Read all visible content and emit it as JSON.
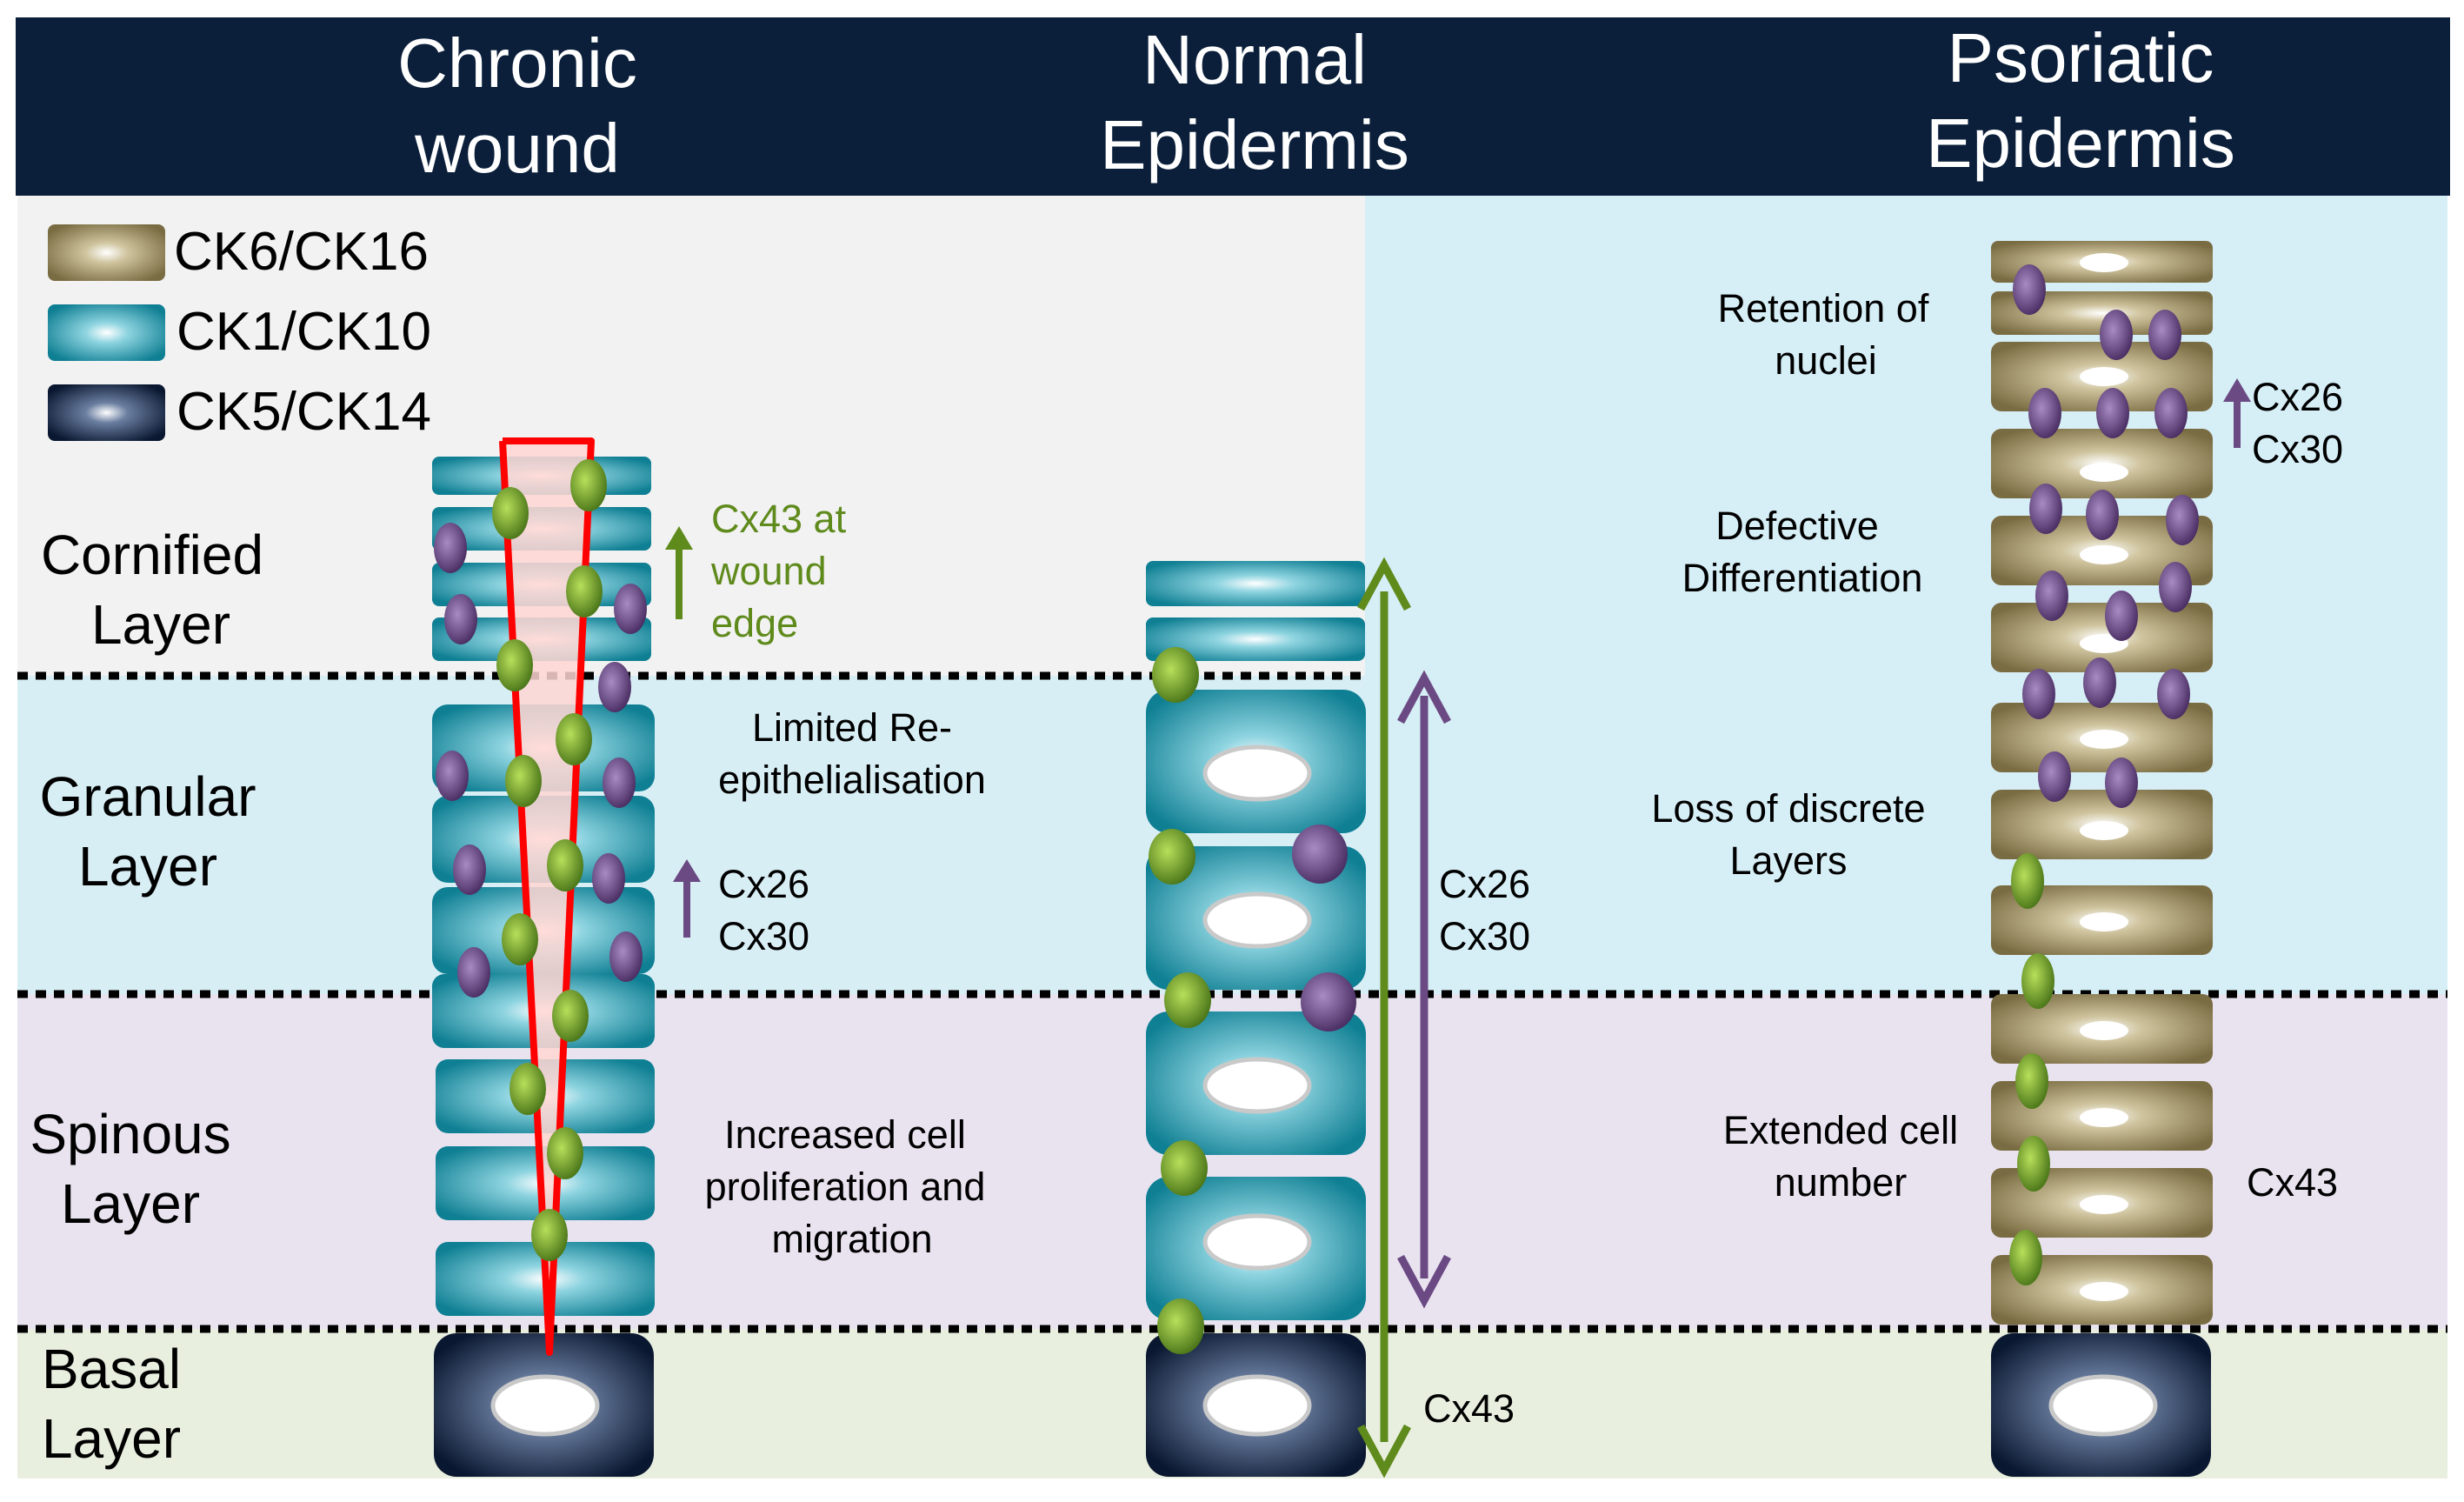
{
  "header": {
    "chronic": [
      "Chronic",
      "wound"
    ],
    "normal": [
      "Normal",
      "Epidermis"
    ],
    "psoriatic": [
      "Psoriatic",
      "Epidermis"
    ]
  },
  "legend": [
    {
      "label": "CK6/CK16",
      "color": "#7c6f45"
    },
    {
      "label": "CK1/CK10",
      "color": "#12899d"
    },
    {
      "label": "CK5/CK14",
      "color": "#0b1a34"
    }
  ],
  "layers": {
    "cornified": [
      "Cornified",
      "Layer"
    ],
    "granular": [
      "Granular",
      "Layer"
    ],
    "spinous": [
      "Spinous",
      "Layer"
    ],
    "basal": [
      "Basal",
      "Layer"
    ]
  },
  "chronic_notes": {
    "cx43_edge": [
      "Cx43 at",
      "wound",
      "edge"
    ],
    "limited": [
      "Limited Re-",
      "epithelialisation"
    ],
    "cx2630": [
      "Cx26",
      "Cx30"
    ],
    "increased": [
      "Increased cell",
      "proliferation and",
      "migration"
    ]
  },
  "normal_notes": {
    "cx2630": [
      "Cx26",
      "Cx30"
    ],
    "cx43": "Cx43"
  },
  "psoriatic_notes": {
    "retention": [
      "Retention of",
      "nuclei"
    ],
    "cx2630": [
      "Cx26",
      "Cx30"
    ],
    "defective": [
      "Defective",
      "Differentiation"
    ],
    "loss": [
      "Loss of discrete",
      "Layers"
    ],
    "extended": [
      "Extended cell",
      "number"
    ],
    "cx43": "Cx43"
  },
  "colors": {
    "header_bg": "#0b1f3a",
    "panel_grey": "#f2f2f2",
    "panel_blue": "#d6eef6",
    "granular_bg": "#d8eef5",
    "spinous_bg": "#e9e3f0",
    "basal_bg": "#e8efdf",
    "cx43_green": "#5f8a1c",
    "cx26_purple": "#6b4a84",
    "wound_line": "#ff0000",
    "wound_fill": "#ffd6d2"
  }
}
